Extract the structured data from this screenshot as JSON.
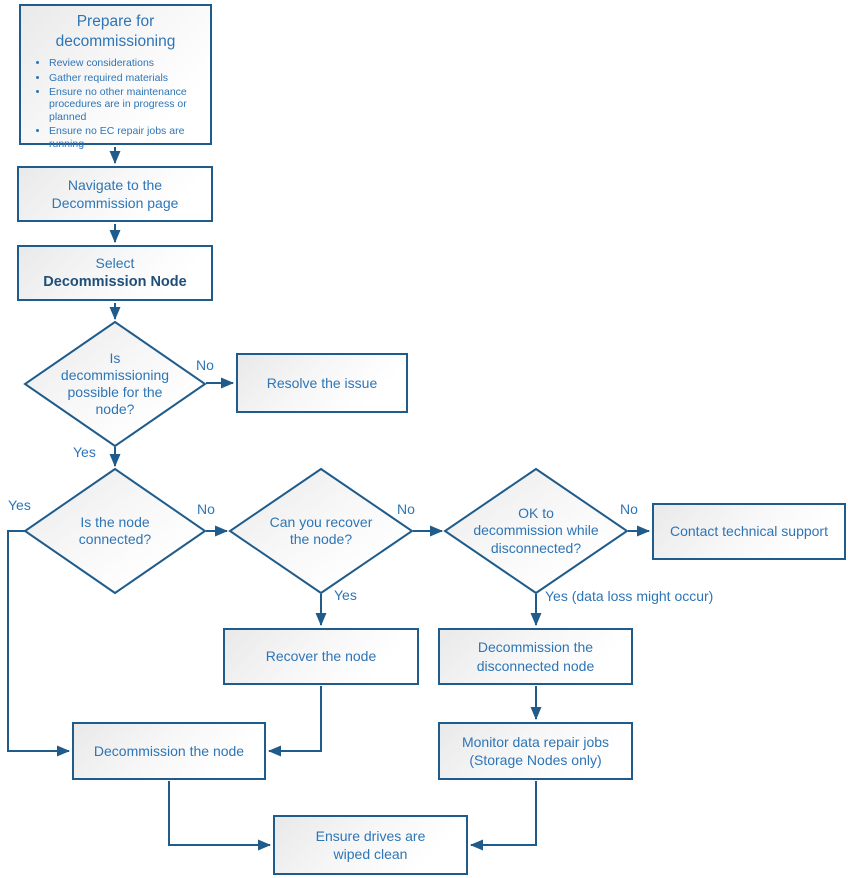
{
  "diagram": {
    "colors": {
      "line": "#1f5c8b",
      "text": "#2e75b6",
      "bold_text": "#1f4e79"
    },
    "prepare": {
      "title": "Prepare for\ndecommissioning",
      "bullets": [
        "Review considerations",
        "Gather required materials",
        "Ensure no other maintenance procedures are in progress or planned",
        "Ensure no EC repair jobs are running"
      ]
    },
    "boxes": {
      "navigate": [
        "Navigate to the",
        "Decommission page"
      ],
      "select_line1": "Select",
      "select_line2": "Decommission Node",
      "resolve": "Resolve the issue",
      "recover": "Recover the node",
      "contact": "Contact technical support",
      "decommission_disconnected": [
        "Decommission the",
        "disconnected node"
      ],
      "decommission_node": "Decommission the node",
      "monitor": [
        "Monitor data repair jobs",
        "(Storage Nodes only)"
      ],
      "ensure": [
        "Ensure drives are",
        "wiped clean"
      ]
    },
    "decisions": {
      "possible": [
        "Is",
        "decommissioning",
        "possible for the",
        "node?"
      ],
      "connected": [
        "Is the node",
        "connected?"
      ],
      "can_recover": [
        "Can you recover",
        "the node?"
      ],
      "ok_disconnected": [
        "OK to",
        "decommission while",
        "disconnected?"
      ]
    },
    "labels": {
      "possible_no": "No",
      "possible_yes": "Yes",
      "connected_yes": "Yes",
      "connected_no": "No",
      "recover_no": "No",
      "recover_yes": "Yes",
      "ok_no": "No",
      "ok_yes": "Yes (data loss might occur)"
    }
  }
}
